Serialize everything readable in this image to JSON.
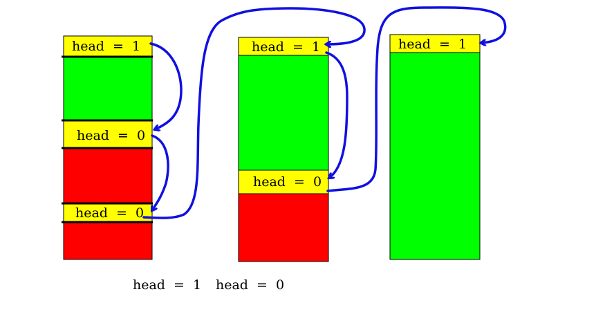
{
  "colors": {
    "free_block": "#00ff00",
    "used_block": "#ff0000",
    "header": "#ffff00",
    "link_arrow": "#1010e0",
    "outline": "#000000"
  },
  "columns": [
    {
      "blocks": [
        {
          "kind": "header",
          "label": "head  =  1"
        },
        {
          "kind": "free_block"
        },
        {
          "kind": "header",
          "label": "head  =  0"
        },
        {
          "kind": "used_block"
        },
        {
          "kind": "header",
          "label": "head  =  0"
        },
        {
          "kind": "used_block"
        }
      ]
    },
    {
      "blocks": [
        {
          "kind": "header",
          "label": "head  =  1"
        },
        {
          "kind": "free_block"
        },
        {
          "kind": "header",
          "label": "head  =  0"
        },
        {
          "kind": "used_block"
        }
      ]
    },
    {
      "blocks": [
        {
          "kind": "header",
          "label": "head  =  1"
        },
        {
          "kind": "free_block"
        }
      ]
    }
  ],
  "caption": {
    "free": "head  =  1",
    "used": "head  =  0"
  }
}
